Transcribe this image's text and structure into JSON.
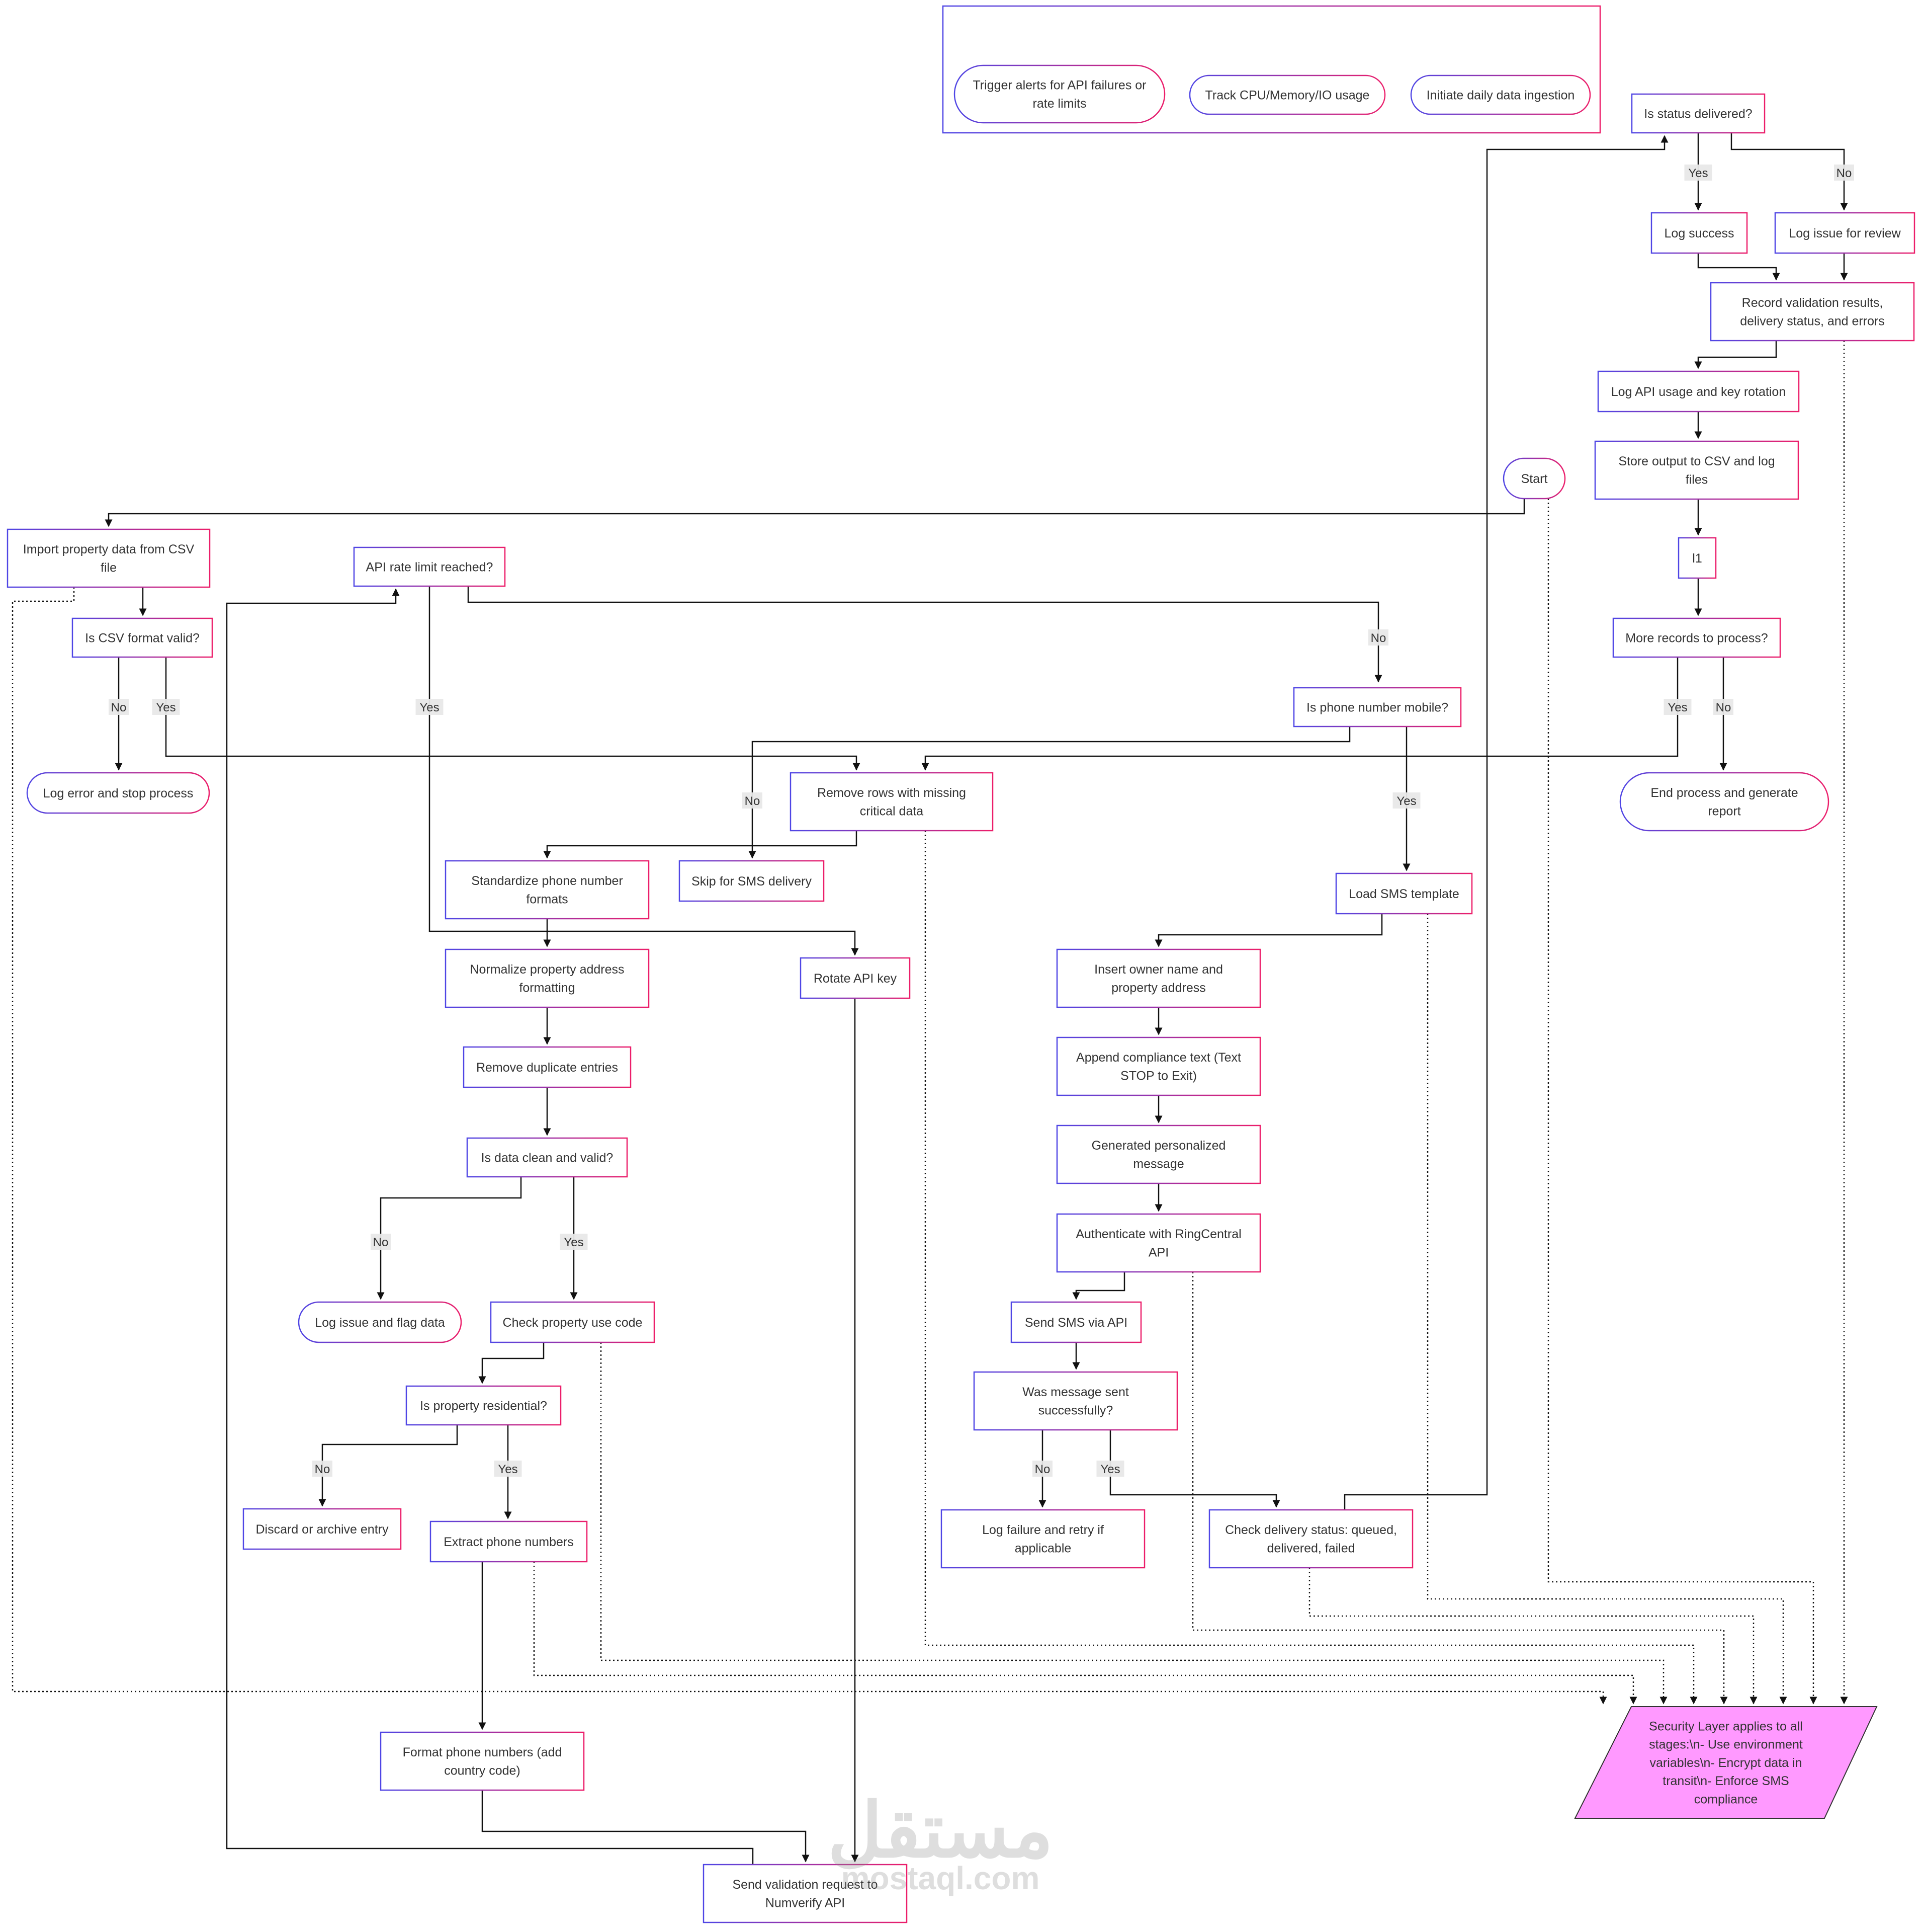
{
  "colors": {
    "border_left": "#4f46e5",
    "border_right": "#ec1e6a",
    "edge": "#111111",
    "edge_label_bg": "#e8e8e8",
    "security_fill": "#ff99ff",
    "text": "#333333"
  },
  "legend": {
    "items": [
      "Trigger alerts for API failures or\nrate limits",
      "Track CPU/Memory/IO usage",
      "Initiate daily data ingestion"
    ]
  },
  "nodes": {
    "status_delivered": "Is status delivered?",
    "log_success": "Log success",
    "log_issue_review": "Log issue for review",
    "record_validation": "Record validation results,\ndelivery status, and errors",
    "log_api_usage": "Log API usage and key rotation",
    "store_output": "Store output to CSV and log\nfiles",
    "start": "Start",
    "l1": "l1",
    "more_records": "More records to process?",
    "end_process": "End process and generate\nreport",
    "import_csv": "Import property data from CSV\nfile",
    "csv_valid": "Is CSV format valid?",
    "log_error_stop": "Log error and stop process",
    "api_rate_limit": "API rate limit reached?",
    "phone_mobile": "Is phone number mobile?",
    "remove_missing": "Remove rows with missing\ncritical data",
    "standardize_phone": "Standardize phone number\nformats",
    "skip_sms": "Skip for SMS delivery",
    "load_sms_template": "Load SMS template",
    "normalize_address": "Normalize property address\nformatting",
    "rotate_api_key": "Rotate API key",
    "insert_owner": "Insert owner name and\nproperty address",
    "remove_duplicates": "Remove duplicate entries",
    "append_compliance": "Append compliance text (Text\nSTOP to Exit)",
    "data_clean_valid": "Is data clean and valid?",
    "generated_message": "Generated personalized\nmessage",
    "authenticate_rc": "Authenticate with RingCentral\nAPI",
    "log_issue_flag": "Log issue and flag data",
    "check_use_code": "Check property use code",
    "send_sms": "Send SMS via API",
    "message_sent": "Was message sent\nsuccessfully?",
    "property_residential": "Is property residential?",
    "discard_archive": "Discard or archive entry",
    "extract_phone": "Extract phone numbers",
    "log_failure_retry": "Log failure and retry if\napplicable",
    "check_delivery": "Check delivery status: queued,\ndelivered, failed",
    "format_phone": "Format phone numbers (add\ncountry code)",
    "send_validation": "Send validation request to\nNumverify API",
    "security_layer": "Security Layer applies to all\nstages:\\n- Use environment\nvariables\\n- Encrypt data in\ntransit\\n- Enforce SMS\ncompliance"
  },
  "edge_labels": {
    "yes": "Yes",
    "no": "No"
  },
  "watermark": {
    "arabic": "مستقل",
    "latin": "mostaql.com"
  }
}
